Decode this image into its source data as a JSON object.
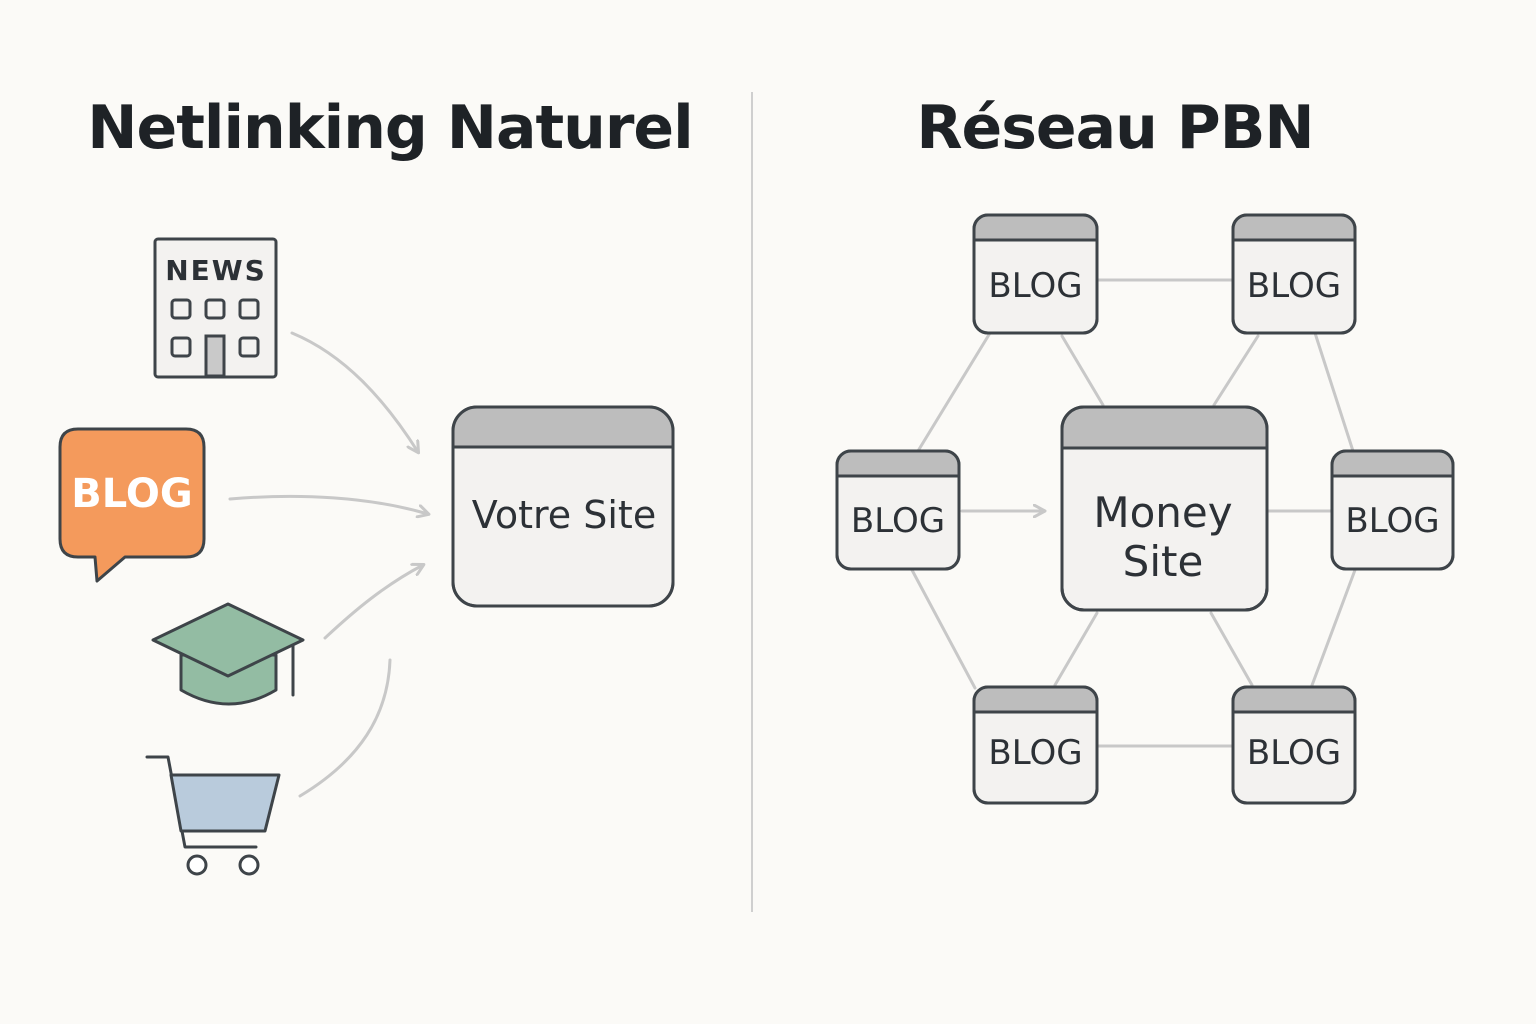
{
  "panels": {
    "left": {
      "title": "Netlinking Naturel",
      "sources": {
        "news": {
          "label": "NEWS",
          "icon": "news-building-icon"
        },
        "blog": {
          "label": "BLOG",
          "icon": "blog-speech-bubble-icon",
          "color": "#f49a5c"
        },
        "education": {
          "icon": "graduation-cap-icon",
          "color": "#93bca3"
        },
        "ecommerce": {
          "icon": "shopping-cart-icon",
          "color": "#b9cbdc"
        }
      },
      "target": {
        "label": "Votre Site"
      }
    },
    "right": {
      "title": "Réseau PBN",
      "hub": {
        "label_line1": "Money",
        "label_line2": "Site"
      },
      "nodes": [
        {
          "label": "BLOG"
        },
        {
          "label": "BLOG"
        },
        {
          "label": "BLOG"
        },
        {
          "label": "BLOG"
        },
        {
          "label": "BLOG"
        },
        {
          "label": "BLOG"
        }
      ]
    }
  },
  "colors": {
    "outline": "#3e4449",
    "window_bar": "#bdbdbd",
    "window_fill": "#f3f2f0",
    "connector": "#c8c8c8",
    "divider": "#cfcfcf"
  }
}
